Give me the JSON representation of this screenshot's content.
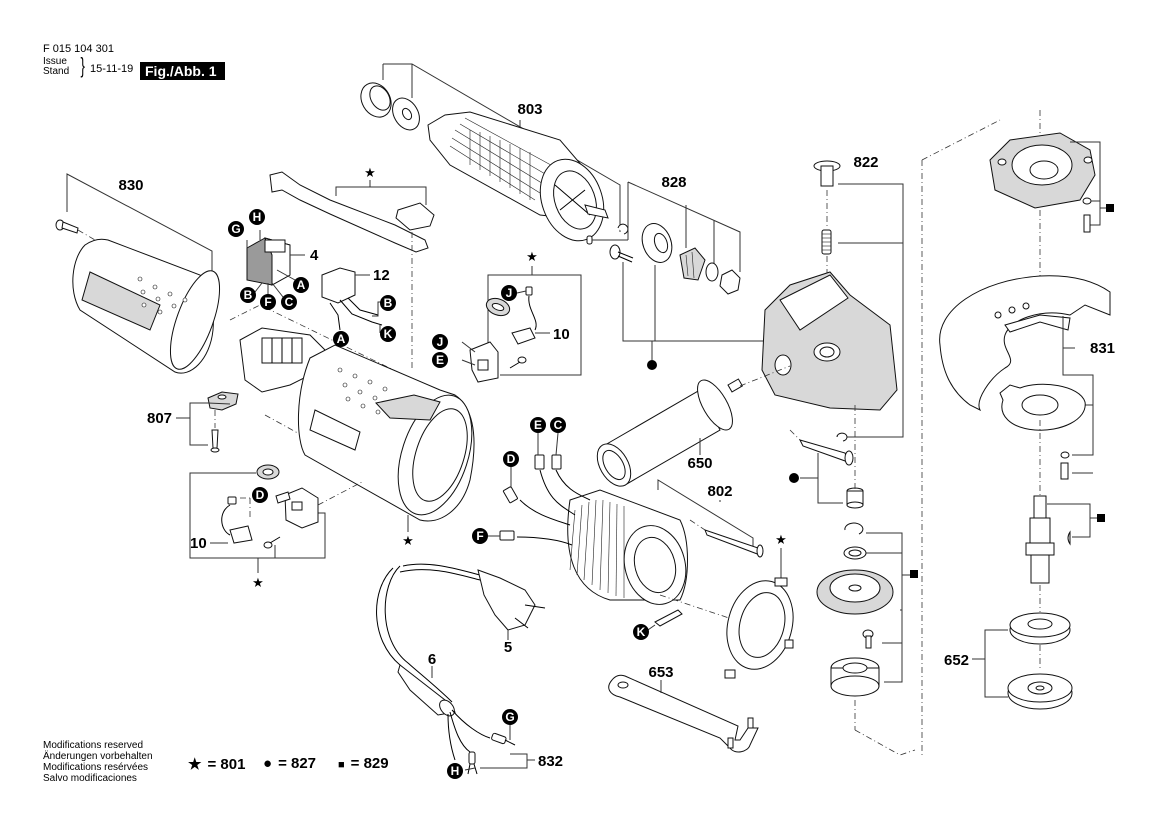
{
  "header": {
    "document_code": "F 015 104 301",
    "issue_label": "Issue",
    "stand_label": "Stand",
    "brace": "}",
    "date": "15-11-19",
    "figure_label": "Fig./Abb. 1"
  },
  "footer": {
    "notes": [
      "Modifications reserved",
      "Änderungen vorbehalten",
      "Modifications resérvées",
      "Salvo modificaciones"
    ],
    "legend": [
      {
        "symbol": "★",
        "symbol_name": "star",
        "text": "= 801"
      },
      {
        "symbol": "●",
        "symbol_name": "circle",
        "text": "= 827"
      },
      {
        "symbol": "■",
        "symbol_name": "square",
        "text": "= 829"
      }
    ]
  },
  "parts": {
    "p803": "803",
    "p828": "828",
    "p822": "822",
    "p830": "830",
    "p4": "4",
    "p12": "12",
    "p10a": "10",
    "p10b": "10",
    "p807": "807",
    "p831": "831",
    "p650": "650",
    "p802": "802",
    "p5": "5",
    "p6": "6",
    "p653": "653",
    "p652": "652",
    "p832": "832"
  },
  "connectors": {
    "G1": "G",
    "H1": "H",
    "A1": "A",
    "B1": "B",
    "F1": "F",
    "C1": "C",
    "B2": "B",
    "K1": "K",
    "A2": "A",
    "J1": "J",
    "J2": "J",
    "E1": "E",
    "D1": "D",
    "E2": "E",
    "C2": "C",
    "D2": "D",
    "F2": "F",
    "K2": "K",
    "G2": "G",
    "H2": "H"
  },
  "symbols": {
    "star": "★",
    "circle": "●",
    "square": "■"
  }
}
